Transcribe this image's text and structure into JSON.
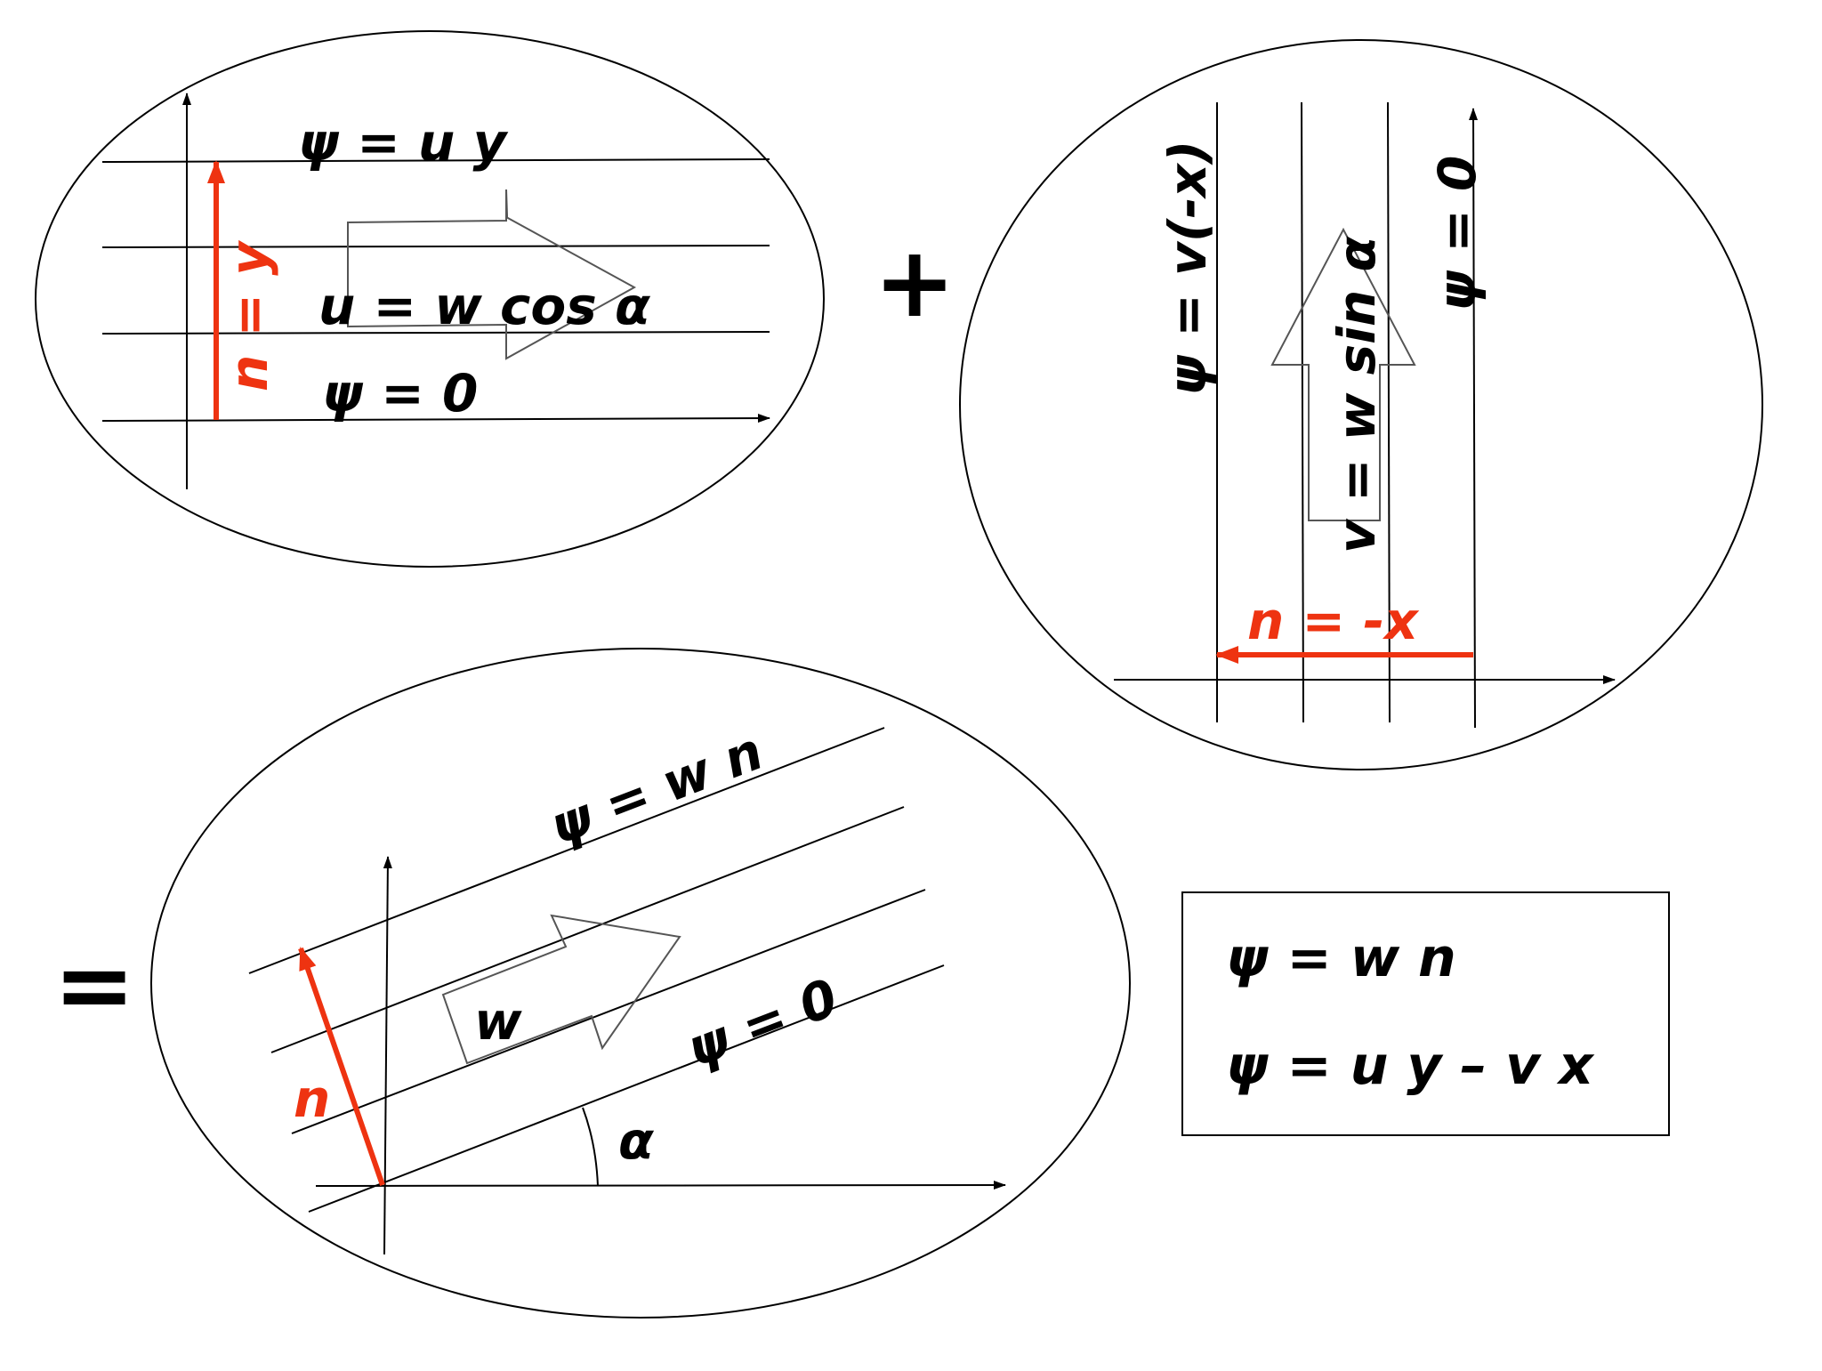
{
  "colors": {
    "ink": "#000000",
    "accent": "#ee3311",
    "arrow_outline": "#555555",
    "background": "#ffffff"
  },
  "operators": {
    "plus": "+",
    "equals": "="
  },
  "panel_uniform_x": {
    "psi_top": "ψ = u y",
    "u_label": "u = w cos α",
    "psi_zero": "ψ = 0",
    "n_label": "n = y"
  },
  "panel_uniform_y": {
    "psi_left": "ψ = v(-x)",
    "v_label": "v = w sin α",
    "psi_zero": "ψ = 0",
    "n_label": "n = -x"
  },
  "panel_combined": {
    "psi_top": "ψ = w n",
    "w_label": "w",
    "psi_zero": "ψ = 0",
    "n_label": "n",
    "angle_label": "α"
  },
  "result_box": {
    "line1": "ψ = w n",
    "line2": "ψ = u y – v x"
  }
}
